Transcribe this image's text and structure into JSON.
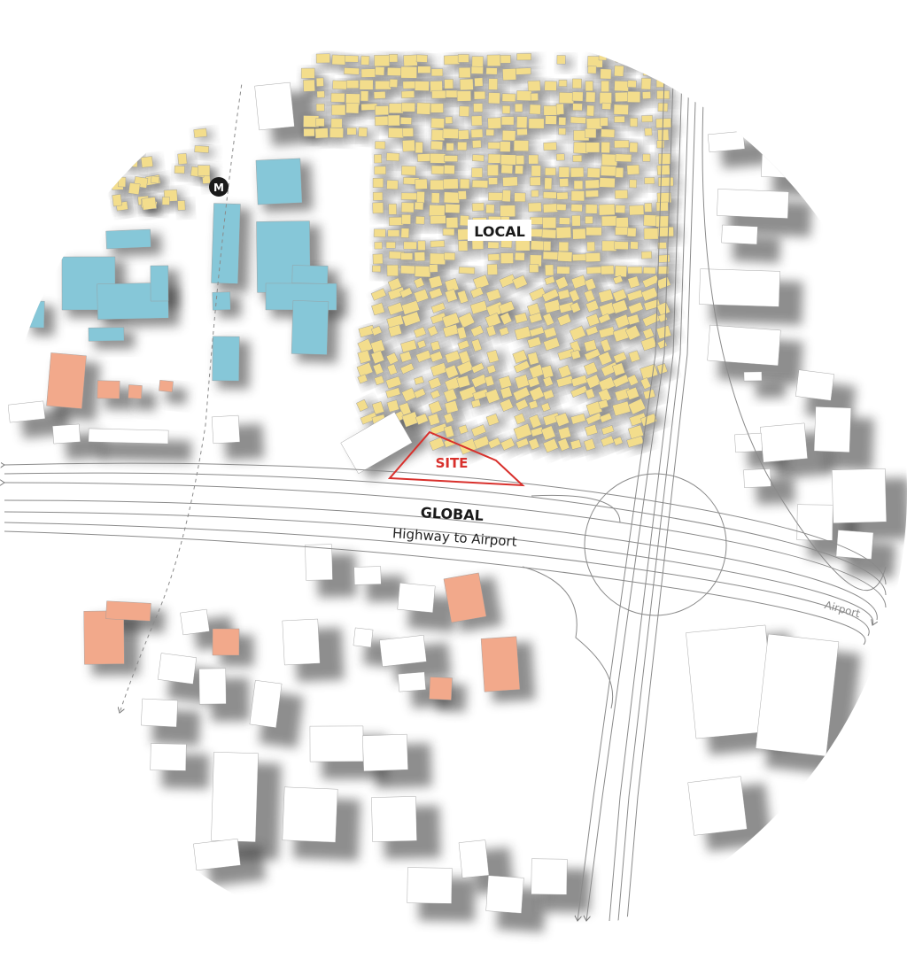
{
  "labels": {
    "local": "LOCAL",
    "site": "SITE",
    "global": "GLOBAL",
    "highway": "Highway to Airport",
    "airport": "Airport",
    "metro": "M"
  },
  "colors": {
    "local_buildings": "#f3dd8c",
    "institutional_buildings": "#86c7d8",
    "highlight_buildings": "#f2a98b",
    "site_outline": "#d8302c",
    "other_buildings": "#ffffff",
    "roads": "#8a8a8a"
  }
}
